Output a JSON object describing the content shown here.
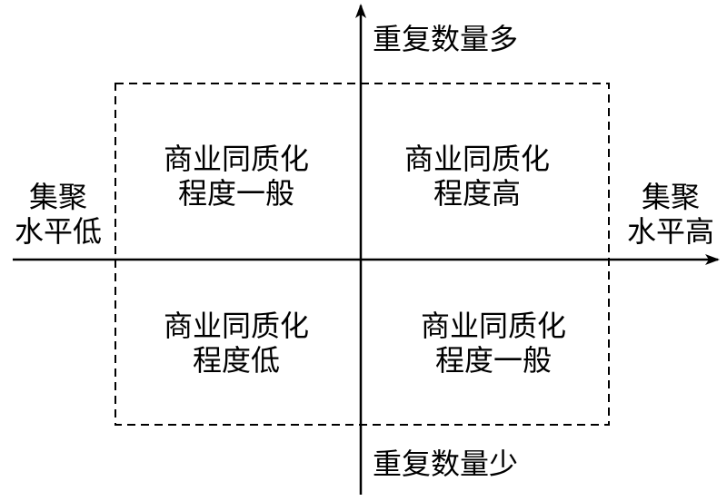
{
  "axes": {
    "y_top": "重复数量多",
    "y_bottom": "重复数量少",
    "x_left": [
      "集聚",
      "水平低"
    ],
    "x_right": [
      "集聚",
      "水平高"
    ]
  },
  "quadrants": {
    "top_left": [
      "商业同质化",
      "程度一般"
    ],
    "top_right": [
      "商业同质化",
      "程度高"
    ],
    "bottom_left": [
      "商业同质化",
      "程度低"
    ],
    "bottom_right": [
      "商业同质化",
      "程度一般"
    ]
  },
  "colors": {
    "line": "#000000",
    "background": "#ffffff"
  }
}
